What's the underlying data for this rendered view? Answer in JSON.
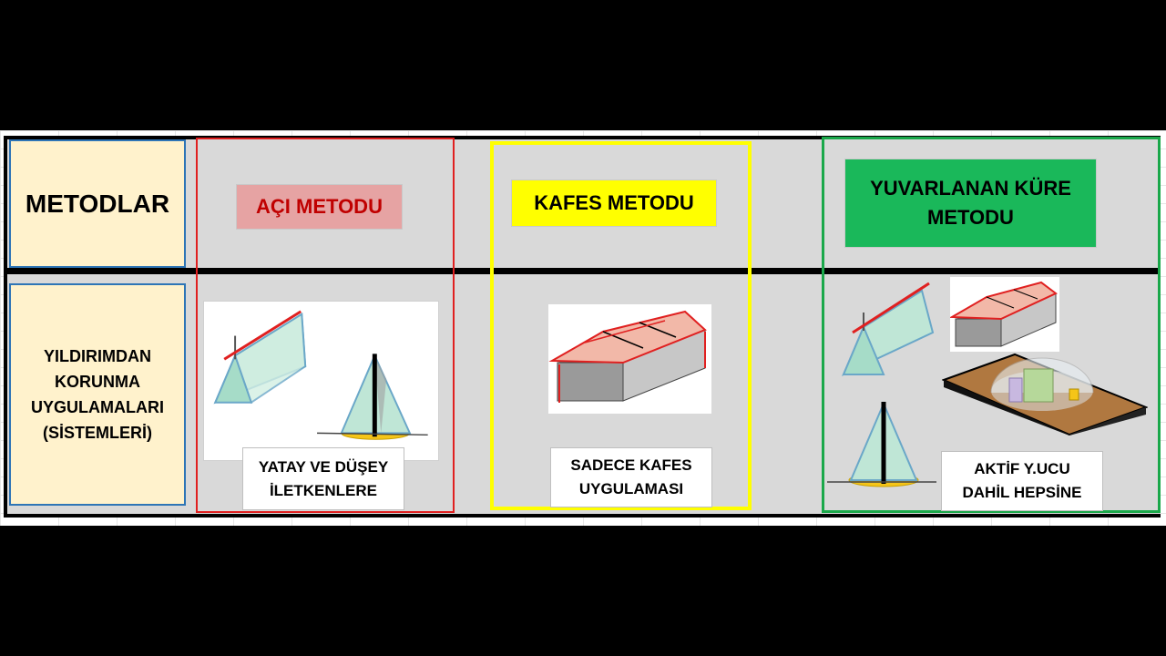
{
  "row_headers": {
    "methods": "METODLAR",
    "applications": "YILDIRIMDAN\nKORUNMA\nUYGULAMALARI\n(SİSTEMLERİ)"
  },
  "methods": [
    {
      "title": "AÇI METODU",
      "color": "#e6a3a3",
      "frame_color": "#e02020",
      "caption": "YATAY VE DÜŞEY\nİLETKENLERE"
    },
    {
      "title": "KAFES METODU",
      "color": "#ffff00",
      "frame_color": "#ffff00",
      "caption": "SADECE KAFES\nUYGULAMASI"
    },
    {
      "title": "YUVARLANAN KÜRE\nMETODU",
      "color": "#1ab85a",
      "frame_color": "#1aa84a",
      "caption": "AKTİF Y.UCU\nDAHİL HEPSİNE"
    }
  ],
  "illustrations": [
    "prism-conductor-icon",
    "cone-rod-icon",
    "mesh-roof-building-icon",
    "rolling-sphere-dome-icon"
  ]
}
